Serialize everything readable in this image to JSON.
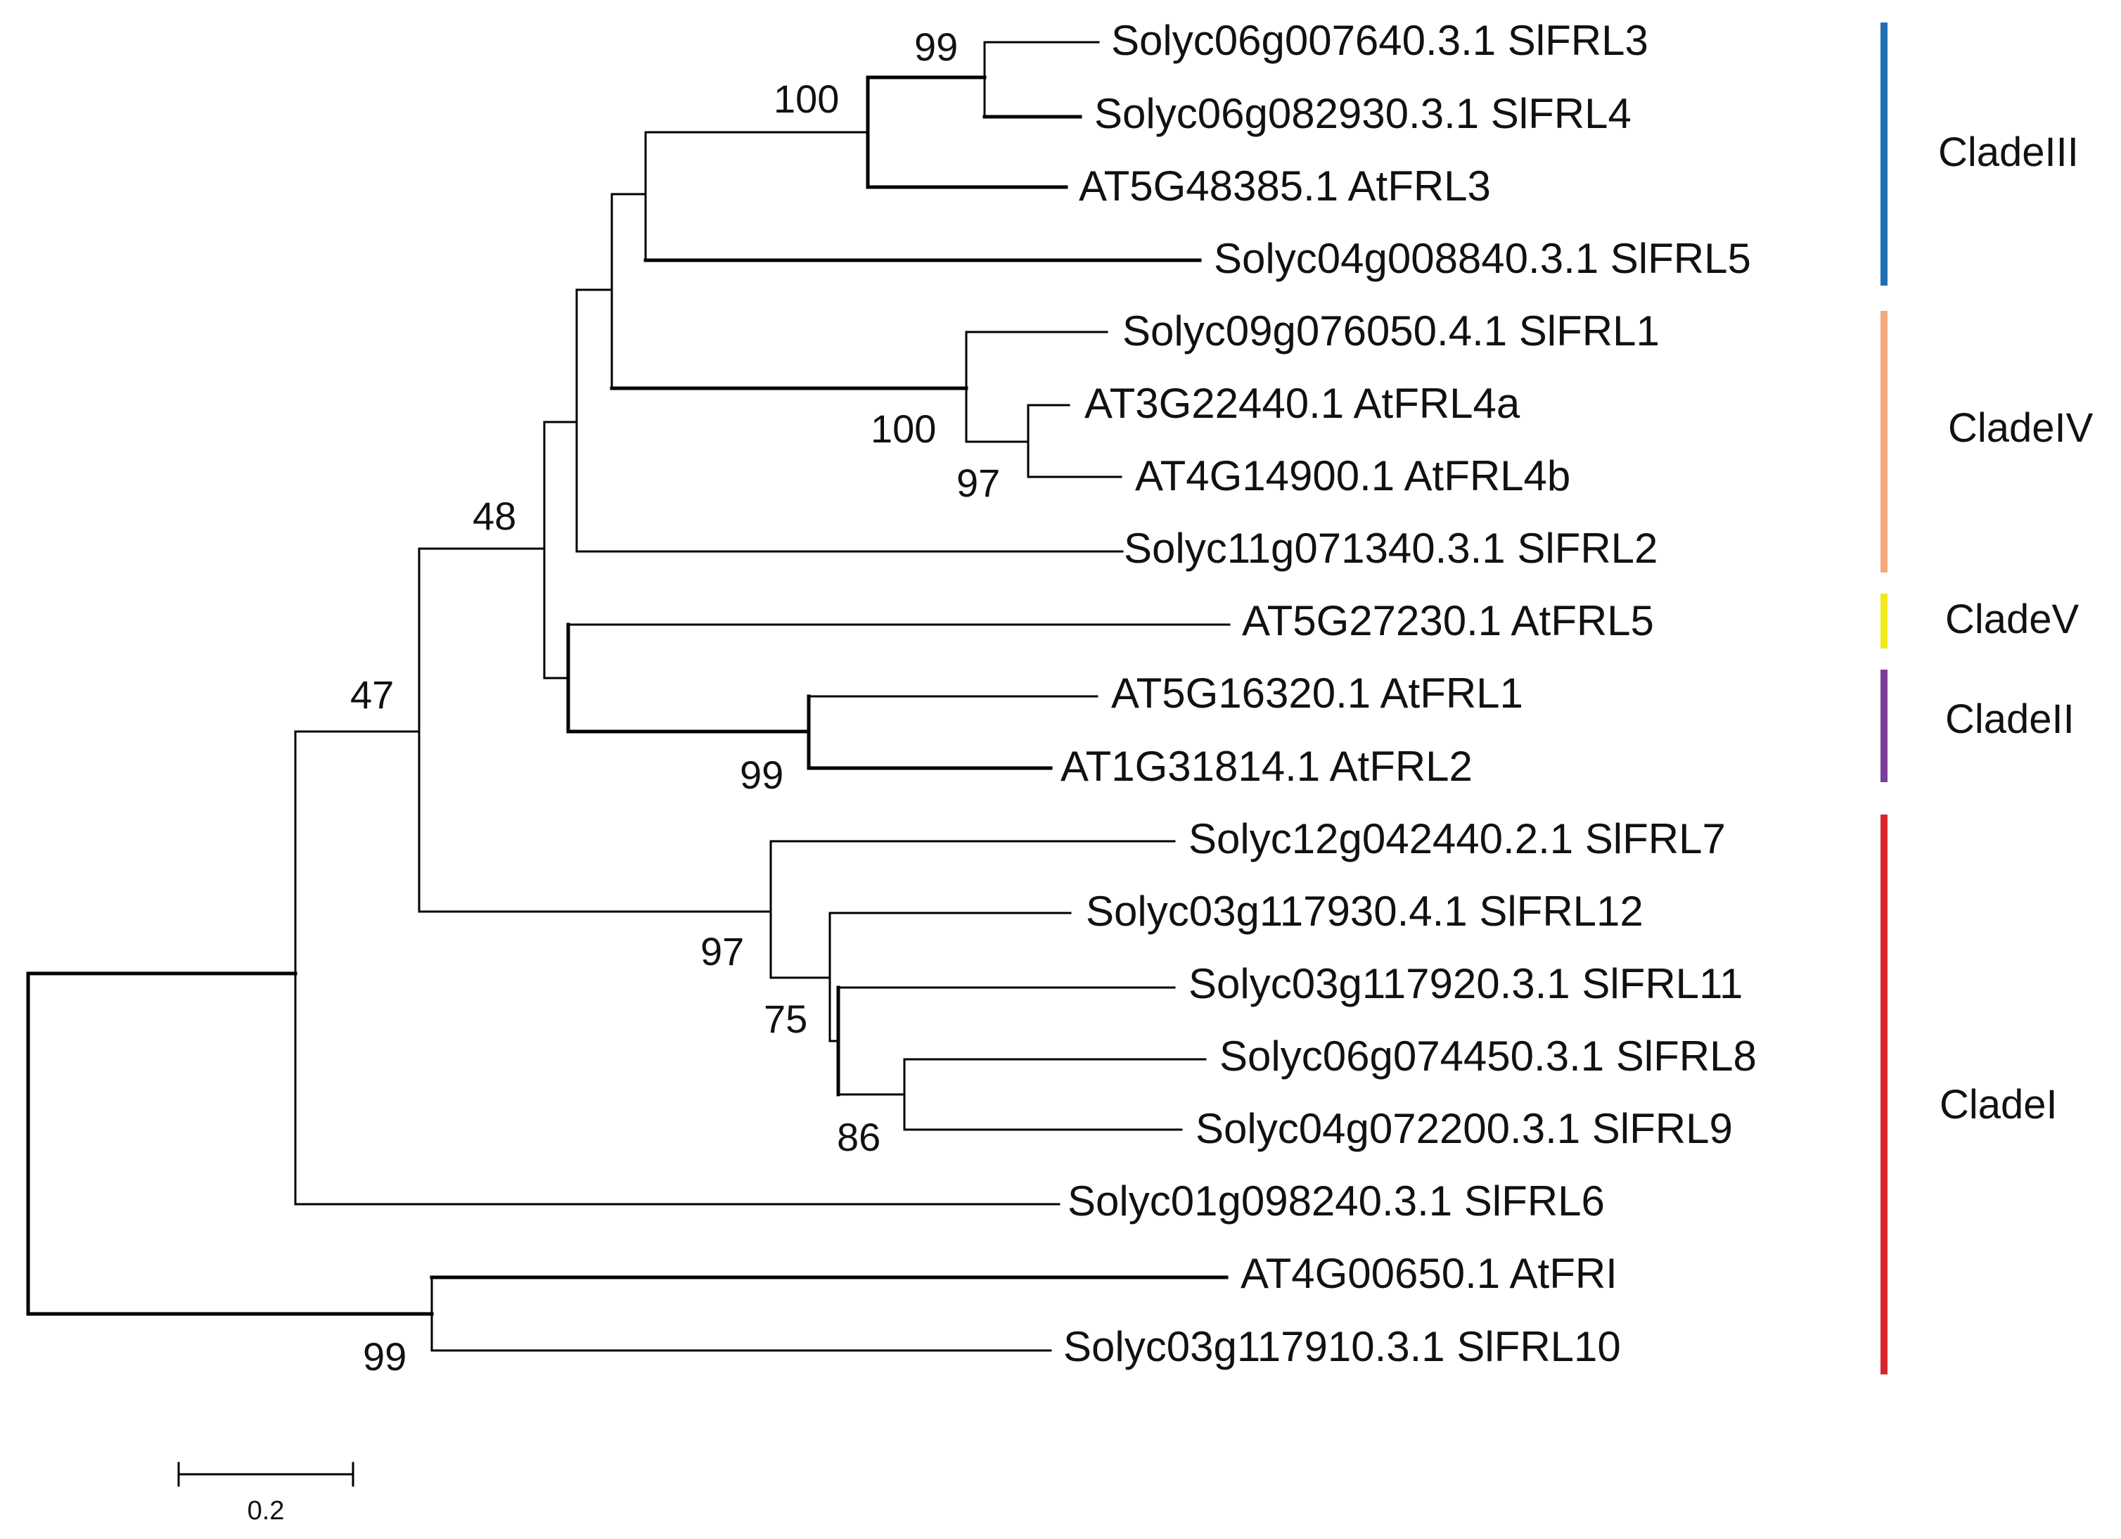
{
  "leaves": [
    {
      "id": "L01",
      "text": "Solyc06g007640.3.1 SlFRL3"
    },
    {
      "id": "L02",
      "text": "Solyc06g082930.3.1 SlFRL4"
    },
    {
      "id": "L03",
      "text": "AT5G48385.1 AtFRL3"
    },
    {
      "id": "L04",
      "text": "Solyc04g008840.3.1 SlFRL5"
    },
    {
      "id": "L05",
      "text": "Solyc09g076050.4.1 SlFRL1"
    },
    {
      "id": "L06",
      "text": "AT3G22440.1 AtFRL4a"
    },
    {
      "id": "L07",
      "text": "AT4G14900.1 AtFRL4b"
    },
    {
      "id": "L08",
      "text": "Solyc11g071340.3.1 SlFRL2"
    },
    {
      "id": "L09",
      "text": "AT5G27230.1 AtFRL5"
    },
    {
      "id": "L10",
      "text": "AT5G16320.1 AtFRL1"
    },
    {
      "id": "L11",
      "text": "AT1G31814.1 AtFRL2"
    },
    {
      "id": "L12",
      "text": "Solyc12g042440.2.1 SlFRL7"
    },
    {
      "id": "L13",
      "text": "Solyc03g117930.4.1 SlFRL12"
    },
    {
      "id": "L14",
      "text": "Solyc03g117920.3.1 SlFRL11"
    },
    {
      "id": "L15",
      "text": "Solyc06g074450.3.1 SlFRL8"
    },
    {
      "id": "L16",
      "text": "Solyc04g072200.3.1 SlFRL9"
    },
    {
      "id": "L17",
      "text": "Solyc01g098240.3.1 SlFRL6"
    },
    {
      "id": "L18",
      "text": "AT4G00650.1 AtFRI"
    },
    {
      "id": "L19",
      "text": "Solyc03g117910.3.1 SlFRL10"
    }
  ],
  "bootstrap": {
    "n_l1_l2": "99",
    "n_l1_l3": "100",
    "n_l6_l7": "97",
    "n_l5_l7": "100",
    "n_upper": "48",
    "n_l10_l11": "99",
    "n_main": "47",
    "n_l12_l16": "97",
    "n_l13_l16": "75",
    "n_l15_l16": "86",
    "n_l18_l19": "99"
  },
  "clades": [
    {
      "name": "CladeIII",
      "color": "#1f6fb4"
    },
    {
      "name": "CladeIV",
      "color": "#f5a97f"
    },
    {
      "name": "CladeV",
      "color": "#f2ea1a"
    },
    {
      "name": "CladeII",
      "color": "#7b3f9a"
    },
    {
      "name": "CladeI",
      "color": "#d9262d"
    }
  ],
  "scale_bar": {
    "value": 0.2,
    "label": "0.2"
  }
}
